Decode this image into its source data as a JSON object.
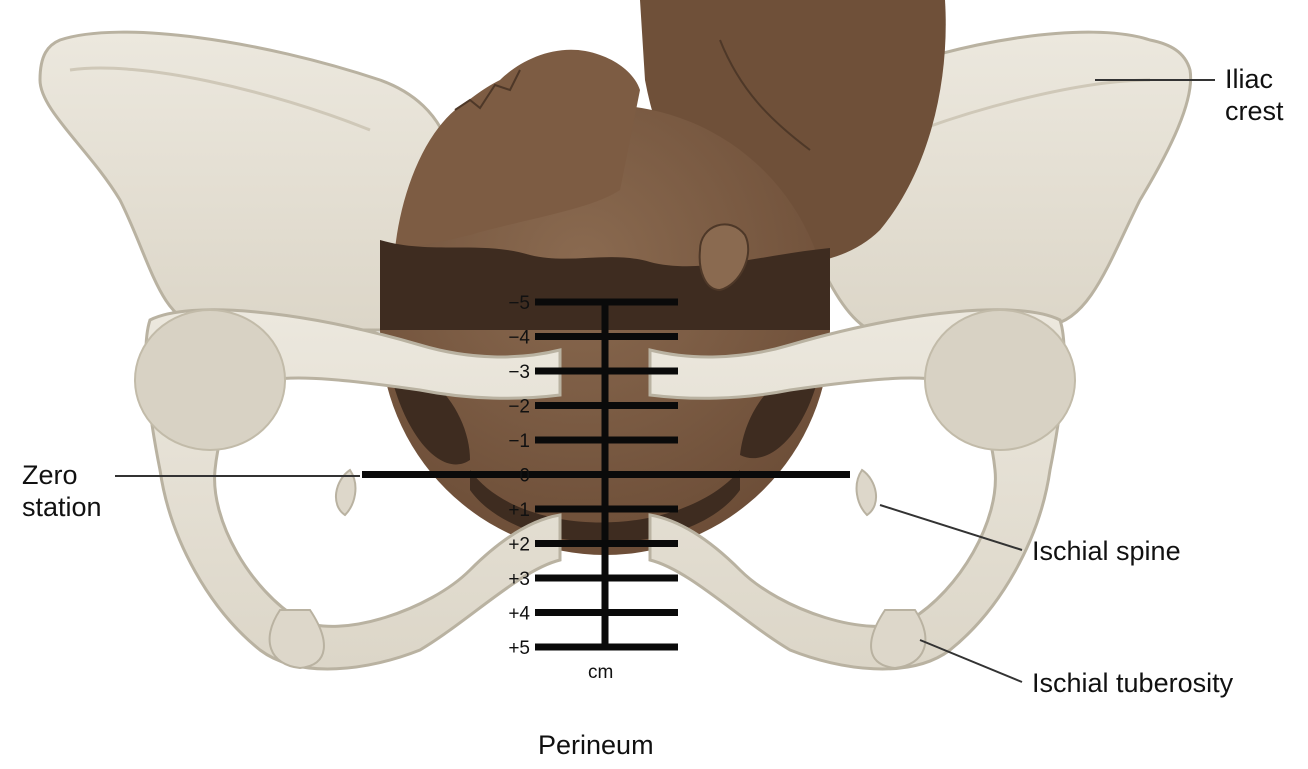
{
  "labels": {
    "iliac_crest_line1": "Iliac",
    "iliac_crest_line2": "crest",
    "zero_station_line1": "Zero",
    "zero_station_line2": "station",
    "ischial_spine": "Ischial spine",
    "ischial_tuberosity": "Ischial tuberosity",
    "perineum": "Perineum"
  },
  "scale": {
    "unit": "cm",
    "stations": [
      "−5",
      "−4",
      "−3",
      "−2",
      "−1",
      "0",
      "+1",
      "+2",
      "+3",
      "+4",
      "+5"
    ]
  },
  "colors": {
    "bone": "#e6e2d7",
    "bone_shade": "#d3cdbf",
    "bone_outline": "#b9b2a1",
    "skin": "#7a5a42",
    "skin_dark": "#4a3426",
    "hair": "#3b2a1f",
    "scale_line": "#0a0a0a",
    "leader_line": "#333333"
  }
}
